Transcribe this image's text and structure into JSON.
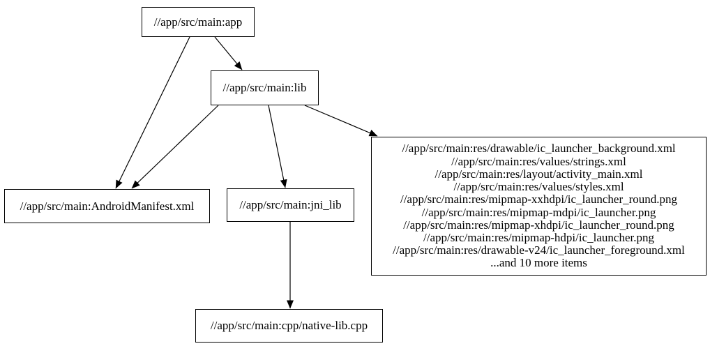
{
  "diagram": {
    "kind": "dependency-graph",
    "colors": {
      "background": "#ffffff",
      "node_fill": "#ffffff",
      "node_border": "#000000",
      "edge": "#000000",
      "text": "#000000"
    },
    "nodes": {
      "app": {
        "label": "//app/src/main:app"
      },
      "lib": {
        "label": "//app/src/main:lib"
      },
      "manifest": {
        "label": "//app/src/main:AndroidManifest.xml"
      },
      "jni_lib": {
        "label": "//app/src/main:jni_lib"
      },
      "native": {
        "label": "//app/src/main:cpp/native-lib.cpp"
      },
      "res_group": {
        "lines": [
          "//app/src/main:res/drawable/ic_launcher_background.xml",
          "//app/src/main:res/values/strings.xml",
          "//app/src/main:res/layout/activity_main.xml",
          "//app/src/main:res/values/styles.xml",
          "//app/src/main:res/mipmap-xxhdpi/ic_launcher_round.png",
          "//app/src/main:res/mipmap-mdpi/ic_launcher.png",
          "//app/src/main:res/mipmap-xhdpi/ic_launcher_round.png",
          "//app/src/main:res/mipmap-hdpi/ic_launcher.png",
          "//app/src/main:res/drawable-v24/ic_launcher_foreground.xml",
          "...and 10 more items"
        ]
      }
    },
    "edges": [
      {
        "from": "app",
        "to": "manifest"
      },
      {
        "from": "app",
        "to": "lib"
      },
      {
        "from": "lib",
        "to": "manifest"
      },
      {
        "from": "lib",
        "to": "jni_lib"
      },
      {
        "from": "lib",
        "to": "res_group"
      },
      {
        "from": "jni_lib",
        "to": "native"
      }
    ]
  }
}
